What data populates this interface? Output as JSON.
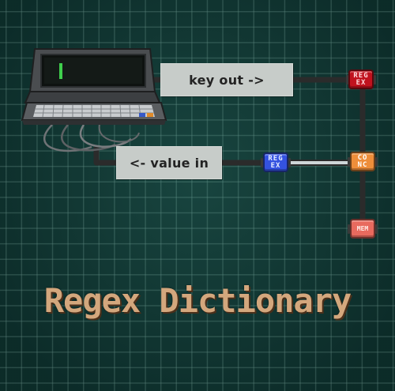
{
  "title": "Regex Dictionary",
  "labels": {
    "key_out": "key out ->",
    "value_in": "<- value in"
  },
  "chips": {
    "regex_top": {
      "line1": "REG",
      "line2": "EX",
      "color": "#c0121e"
    },
    "regex_mid": {
      "line1": "REG",
      "line2": "EX",
      "color": "#3452e0"
    },
    "conc": {
      "line1": "CO",
      "line2": "NC",
      "color": "#ee8e3a"
    },
    "mem": {
      "line1": "MEM",
      "color": "#e86a5e"
    }
  },
  "colors": {
    "board": "#103a36",
    "grid": "#78aaa0",
    "wire": "#2b2b2b",
    "active_wire": "#cfd6d8",
    "title": "#d3a77d",
    "label_bg": "#c7ccc9"
  },
  "icons": {
    "terminal": "retro-computer-terminal-icon"
  }
}
